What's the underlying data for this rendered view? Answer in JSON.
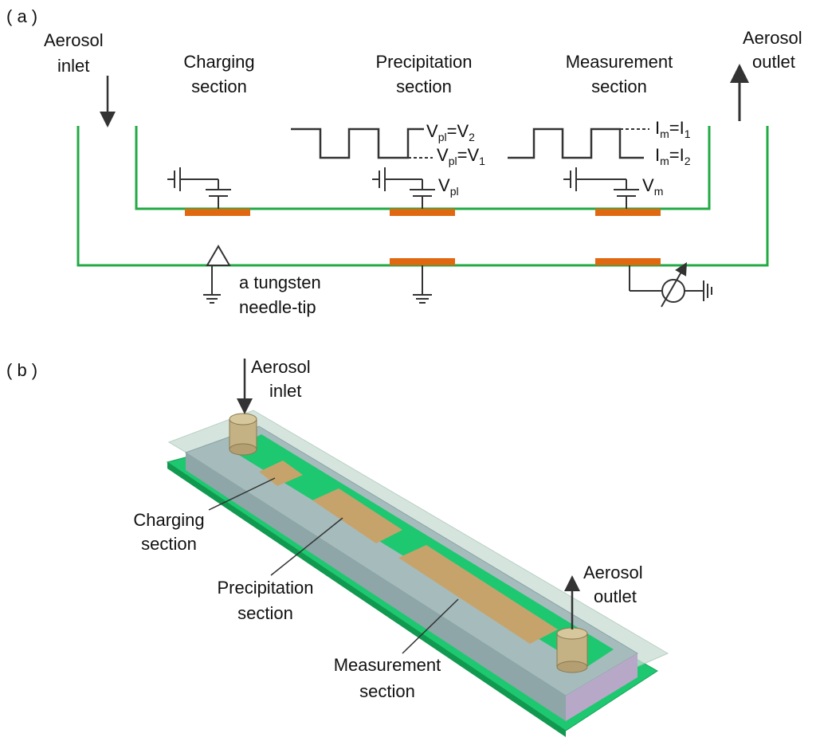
{
  "panel_a": {
    "tag": "( a )",
    "inlet": {
      "line1": "Aerosol",
      "line2": "inlet"
    },
    "outlet": {
      "line1": "Aerosol",
      "line2": "outlet"
    },
    "charging": {
      "line1": "Charging",
      "line2": "section"
    },
    "precipitation": {
      "line1": "Precipitation",
      "line2": "section"
    },
    "measurement": {
      "line1": "Measurement",
      "line2": "section"
    },
    "needle": {
      "line1": "a tungsten",
      "line2": "needle-tip"
    },
    "v_label": "V",
    "i_label": "I",
    "pl_sub": "pl",
    "m_sub": "m",
    "eq": "=",
    "one": "1",
    "two": "2"
  },
  "panel_b": {
    "tag": "( b )",
    "inlet": {
      "line1": "Aerosol",
      "line2": "inlet"
    },
    "outlet": {
      "line1": "Aerosol",
      "line2": "outlet"
    },
    "charging": {
      "line1": "Charging",
      "line2": "section"
    },
    "precipitation": {
      "line1": "Precipitation",
      "line2": "section"
    },
    "measurement": {
      "line1": "Measurement",
      "line2": "section"
    }
  },
  "colors": {
    "channel": "#22aa44",
    "electrode": "#e06810",
    "wire": "#333333",
    "pcb": "#1ec870",
    "glass": "#c8ddd4",
    "channel_body": "#a6bcbc",
    "gold": "#c7a36c"
  }
}
